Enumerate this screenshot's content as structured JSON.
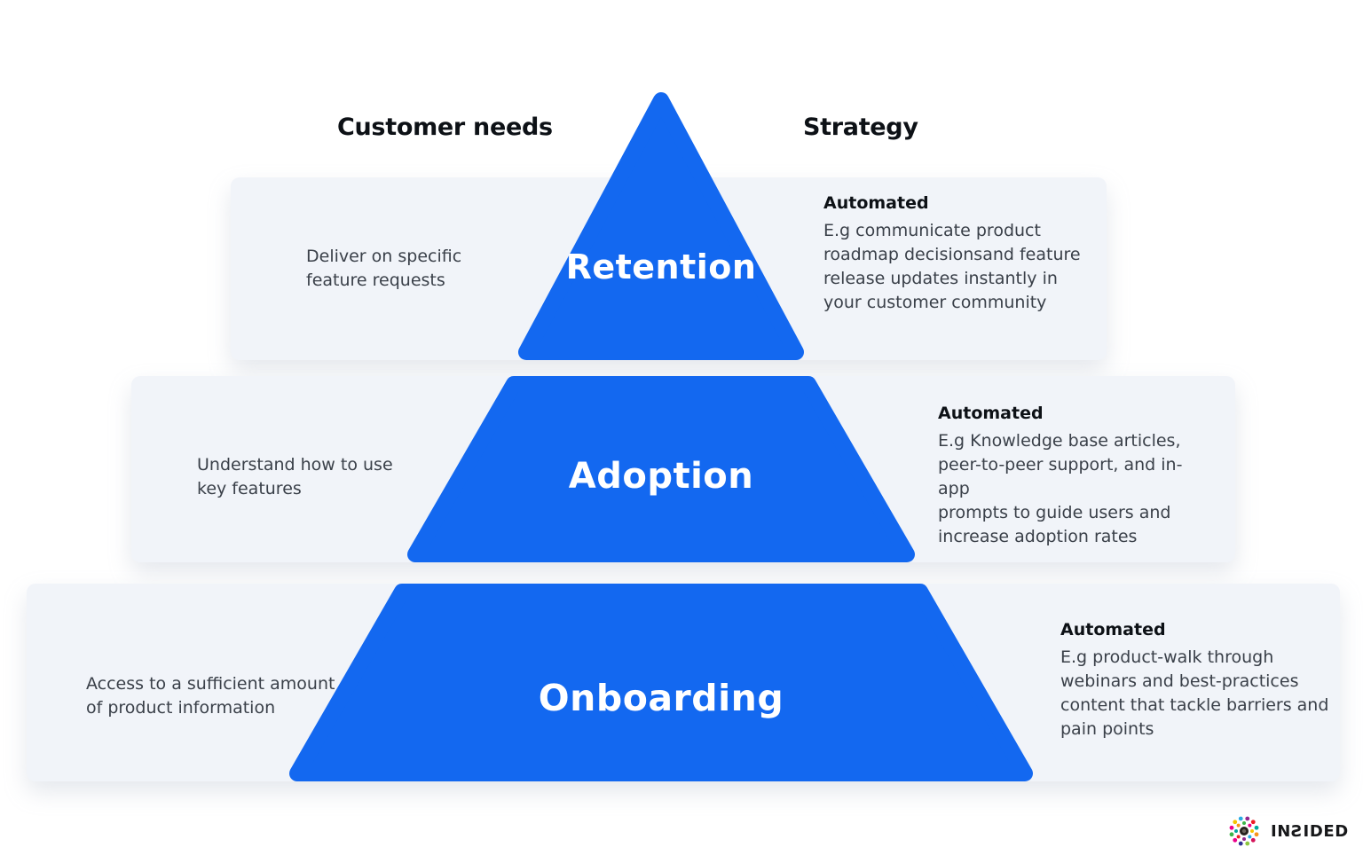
{
  "title": "Customer needs vs strategy pyramid",
  "colors": {
    "pyramid_blue": "#1368f0",
    "card_background": "#f1f4f9",
    "heading_text": "#0d1116",
    "body_text": "#3a4049",
    "tier_label_text": "#ffffff",
    "logo_text": "#17181a"
  },
  "columns": {
    "left_header": "Customer needs",
    "right_header": "Strategy"
  },
  "levels": [
    {
      "name": "Retention",
      "need": "Deliver on specific\nfeature requests",
      "strategy_title": "Automated",
      "strategy_body": "E.g  communicate product\nroadmap decisionsand feature\nrelease updates instantly in\nyour customer community"
    },
    {
      "name": "Adoption",
      "need": "Understand how to use\nkey features",
      "strategy_title": "Automated",
      "strategy_body": "E.g Knowledge base articles,\npeer-to-peer support, and in-app\nprompts to guide users and\nincrease adoption rates"
    },
    {
      "name": "Onboarding",
      "need": "Access to a sufficient amount\nof product information",
      "strategy_title": "Automated",
      "strategy_body": "E.g product-walk through\nwebinars and best-practices\ncontent that tackle barriers and\npain points"
    }
  ],
  "logo": {
    "prefix": "IN",
    "stylized_s": "Ƨ",
    "suffix": "IDED",
    "burst_center_color": "#26221e",
    "burst_colors": [
      "#3db54a",
      "#ec008c",
      "#f5c400",
      "#29abe2",
      "#92278f",
      "#ed1c24",
      "#00a99d",
      "#f7941d",
      "#d4145a",
      "#8cc63f",
      "#2e3192",
      "#ec008c"
    ]
  }
}
